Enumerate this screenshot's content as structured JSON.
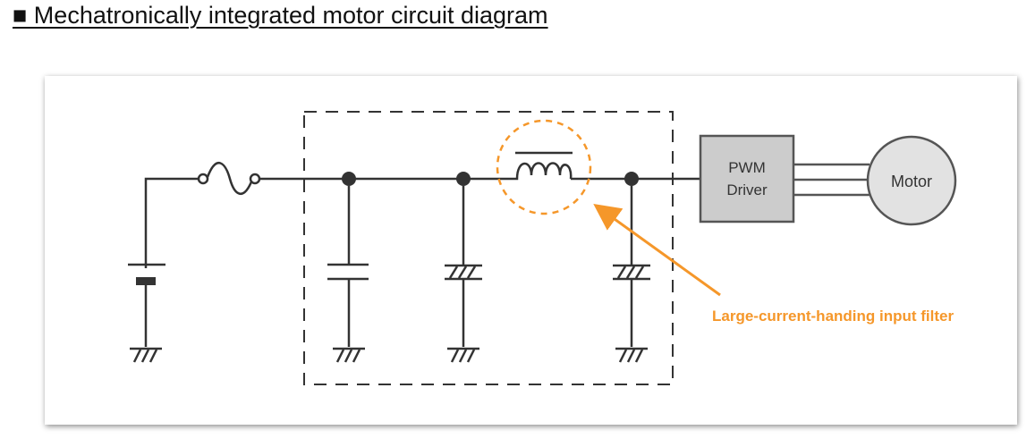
{
  "header": {
    "title": "■ Mechatronically integrated motor circuit diagram"
  },
  "diagram": {
    "driver_line1": "PWM",
    "driver_line2": "Driver",
    "motor_label": "Motor",
    "callout_label": "Large-current-handing input filter"
  },
  "colors": {
    "wire": "#333333",
    "accent": "#f5972a",
    "driver_fill": "#cccccc",
    "motor_fill": "#e2e2e2"
  }
}
